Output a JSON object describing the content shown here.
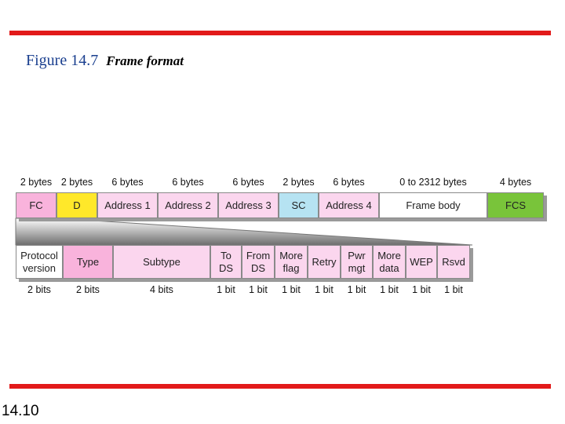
{
  "title": {
    "number": "Figure 14.7",
    "caption": "Frame format"
  },
  "frame": {
    "sizes": [
      "2 bytes",
      "2 bytes",
      "6 bytes",
      "6 bytes",
      "6 bytes",
      "2 bytes",
      "6 bytes",
      "0 to 2312 bytes",
      "4 bytes"
    ],
    "fields": [
      {
        "label": "FC",
        "color": "#f9b3dc"
      },
      {
        "label": "D",
        "color": "#ffe82a"
      },
      {
        "label": "Address 1",
        "color": "#fbd6ee"
      },
      {
        "label": "Address 2",
        "color": "#fbd6ee"
      },
      {
        "label": "Address 3",
        "color": "#fbd6ee"
      },
      {
        "label": "SC",
        "color": "#b6e3f2"
      },
      {
        "label": "Address 4",
        "color": "#fbd6ee"
      },
      {
        "label": "Frame body",
        "color": "#ffffff"
      },
      {
        "label": "FCS",
        "color": "#79c43a"
      }
    ]
  },
  "frame_control": {
    "fields": [
      {
        "label": "Protocol\nversion",
        "color": "#ffffff"
      },
      {
        "label": "Type",
        "color": "#f9b3dc"
      },
      {
        "label": "Subtype",
        "color": "#fbd6ee"
      },
      {
        "label": "To\nDS",
        "color": "#fbd6ee"
      },
      {
        "label": "From\nDS",
        "color": "#fbd6ee"
      },
      {
        "label": "More\nflag",
        "color": "#fbd6ee"
      },
      {
        "label": "Retry",
        "color": "#fbd6ee"
      },
      {
        "label": "Pwr\nmgt",
        "color": "#fbd6ee"
      },
      {
        "label": "More\ndata",
        "color": "#fbd6ee"
      },
      {
        "label": "WEP",
        "color": "#fbd6ee"
      },
      {
        "label": "Rsvd",
        "color": "#fbd6ee"
      }
    ],
    "sizes": [
      "2 bits",
      "2 bits",
      "4 bits",
      "1 bit",
      "1 bit",
      "1 bit",
      "1 bit",
      "1 bit",
      "1 bit",
      "1 bit",
      "1 bit"
    ]
  },
  "slide_number": "14.10"
}
